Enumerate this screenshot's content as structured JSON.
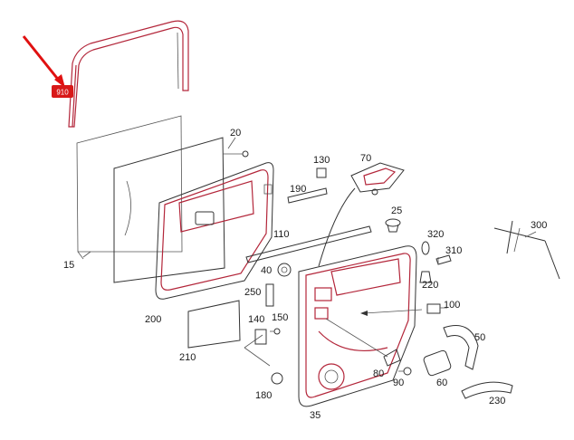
{
  "callout": {
    "badge_text": "910",
    "arrow_color": "#e01010",
    "badge_color": "#d81818"
  },
  "labels": [
    {
      "id": "15",
      "text": "15"
    },
    {
      "id": "20",
      "text": "20"
    },
    {
      "id": "25",
      "text": "25"
    },
    {
      "id": "35",
      "text": "35"
    },
    {
      "id": "40",
      "text": "40"
    },
    {
      "id": "50",
      "text": "50"
    },
    {
      "id": "60",
      "text": "60"
    },
    {
      "id": "70",
      "text": "70"
    },
    {
      "id": "80",
      "text": "80"
    },
    {
      "id": "90",
      "text": "90"
    },
    {
      "id": "100",
      "text": "100"
    },
    {
      "id": "110",
      "text": "110"
    },
    {
      "id": "130",
      "text": "130"
    },
    {
      "id": "140",
      "text": "140"
    },
    {
      "id": "150",
      "text": "150"
    },
    {
      "id": "180",
      "text": "180"
    },
    {
      "id": "190",
      "text": "190"
    },
    {
      "id": "200",
      "text": "200"
    },
    {
      "id": "210",
      "text": "210"
    },
    {
      "id": "220",
      "text": "220"
    },
    {
      "id": "230",
      "text": "230"
    },
    {
      "id": "250",
      "text": "250"
    },
    {
      "id": "300",
      "text": "300"
    },
    {
      "id": "310",
      "text": "310"
    },
    {
      "id": "320",
      "text": "320"
    }
  ],
  "colors": {
    "highlight": "#b3263a",
    "line": "#333333"
  }
}
